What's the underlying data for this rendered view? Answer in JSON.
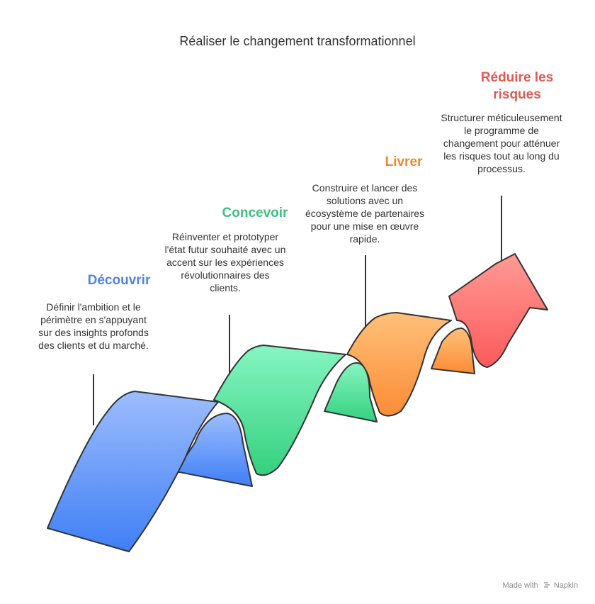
{
  "title": "Réaliser le changement transformationnel",
  "stages": [
    {
      "title": "Découvrir",
      "description": "Définir l'ambition et le périmètre en s'appuyant sur des insights profonds des clients et du marché.",
      "color": "#4a86e8"
    },
    {
      "title": "Concevoir",
      "description": "Réinventer et prototyper l'état futur souhaité avec un accent sur les expériences révolutionnaires des clients.",
      "color": "#3fbf7f"
    },
    {
      "title": "Livrer",
      "description": "Construire et lancer des solutions avec un écosystème de partenaires pour une mise en œuvre rapide.",
      "color": "#e8892f"
    },
    {
      "title": "Réduire les risques",
      "description": "Structurer méticuleusement le programme de changement pour atténuer les risques tout au long du processus.",
      "color": "#e05a55"
    }
  ],
  "watermark": {
    "prefix": "Made with",
    "brand": "Napkin"
  }
}
